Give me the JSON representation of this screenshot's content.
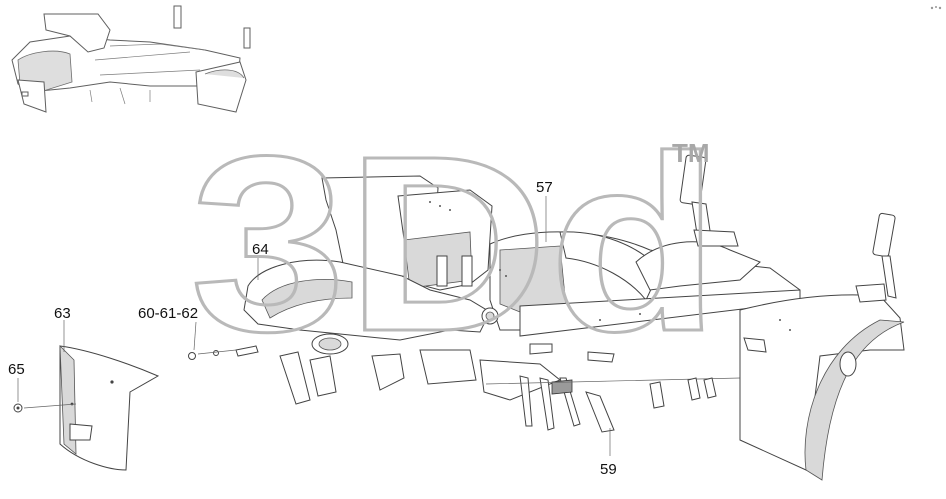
{
  "watermark": {
    "text": "3Dd",
    "trademark": "TM"
  },
  "callouts": {
    "c57": "57",
    "c59": "59",
    "c60_62": "60-61-62",
    "c63": "63",
    "c64": "64",
    "c65": "65"
  },
  "colors": {
    "line": "#333333",
    "watermark": "#b9b9b9",
    "shade": "#d9d9d9"
  }
}
